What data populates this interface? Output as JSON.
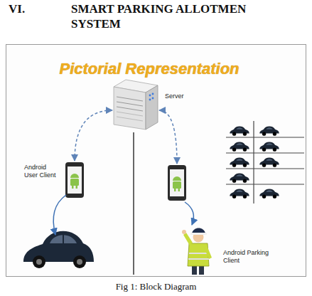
{
  "diagram": {
    "title": "SMART PARKING ALLOTMEN SYSTEM",
    "caption": "Fig 1: Block Diagram",
    "nodes": [
      {
        "text": [
          "Server"
        ]
      },
      {
        "text": [
          "Android User Client"
        ]
      },
      {
        "text": [
          "Android Parking Client"
        ]
      }
    ],
    "edges": [
      {
        "from": 0,
        "to": 1,
        "arrow": "both"
      },
      {
        "from": 0,
        "to": 2,
        "arrow": "both"
      }
    ],
    "labels": [
      "VI.",
      "Pictorial Representation"
    ]
  }
}
